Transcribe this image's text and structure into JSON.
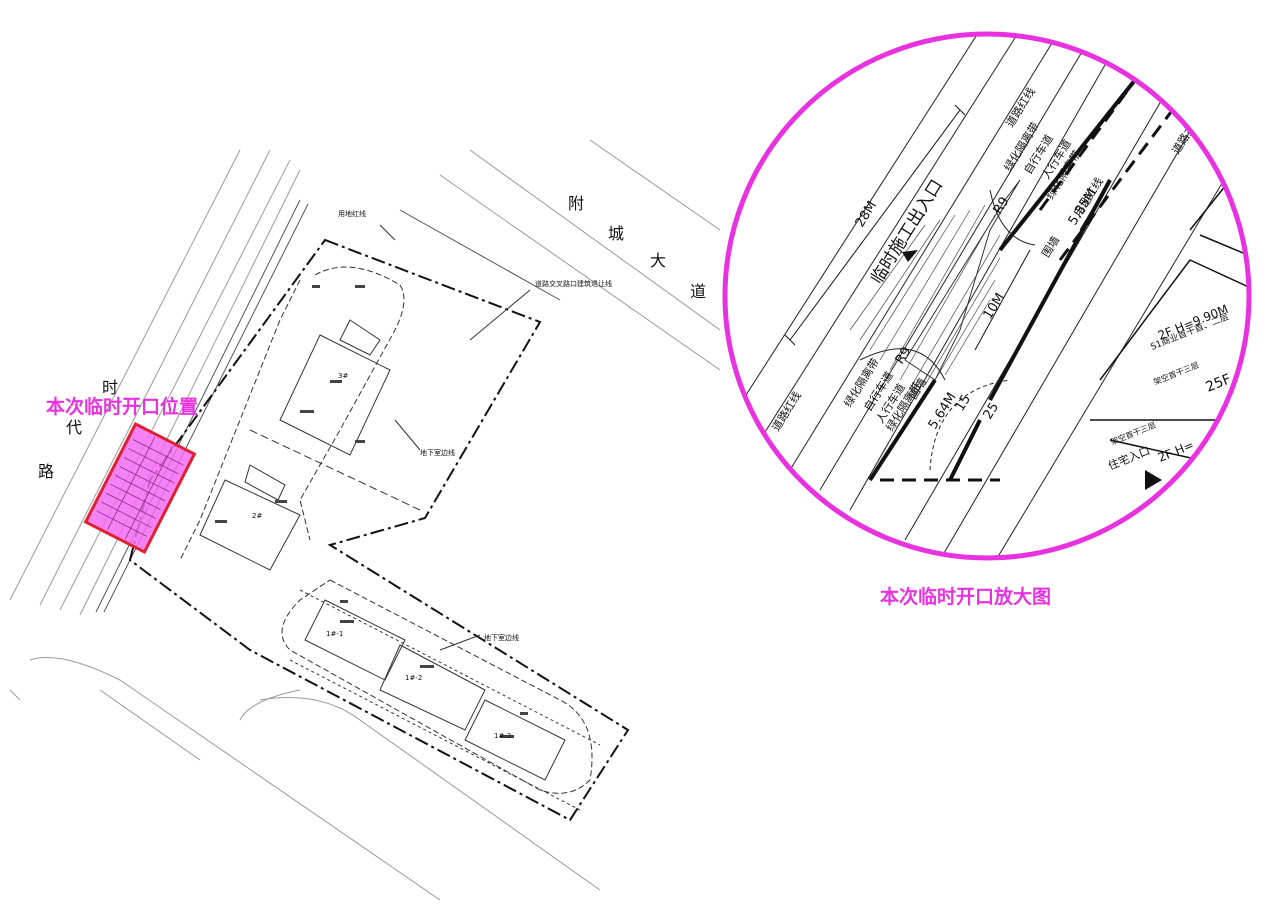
{
  "labels": {
    "opening_position": "本次临时开口位置",
    "zoom_caption": "本次临时开口放大图"
  },
  "roads": {
    "fucheng": [
      "附",
      "城",
      "大",
      "道"
    ],
    "shidai": [
      "时",
      "代",
      "路"
    ]
  },
  "site_plan": {
    "land_redline": "用地红线",
    "intersection_setback": "道路交叉路口建筑退让线",
    "basement_line_1": "地下室边线",
    "basement_line_2": "地下室边线",
    "buildings": [
      "3#",
      "2#",
      "1#-1",
      "1#-2",
      "1#-3"
    ]
  },
  "zoom": {
    "temp_entrance": "临时施工出入口",
    "road_redline_top": "道路红线",
    "road_redline_bottom": "道路红线",
    "green_belt_1": "绿化隔离带",
    "green_belt_2": "绿化隔离带",
    "green_belt_3": "绿化隔离带",
    "green_belt_4": "绿化隔离带",
    "bike_lane_1": "自行车道",
    "bike_lane_2": "自行车道",
    "sidewalk_1": "人行车道",
    "sidewalk_2": "人行车道",
    "main_road": "道路主道",
    "land_redline": "用地红线",
    "wall_1": "围墙",
    "wall_2": "围墙",
    "dim_28m": "28M",
    "dim_10m": "10M",
    "dim_535": "5.35M",
    "dim_564": "5.64M",
    "r9_1": "R9",
    "r9_2": "R9",
    "dim_15": "15",
    "dim_25": "25",
    "bldg_2f_h": "2F H=9.90M",
    "bldg_s1": "S1商业首干首、二层",
    "bldg_25": "25F",
    "bldg_overhead": "架空首干三层",
    "bldg_overhead_2": "架空首干三层",
    "bldg_2f_bottom": "2F H=",
    "residence_entrance": "住宅入口"
  },
  "colors": {
    "highlight": "#e832e0",
    "highlight_fill": "#f26cf0",
    "highlight_border": "#e02030",
    "line": "#222222"
  }
}
